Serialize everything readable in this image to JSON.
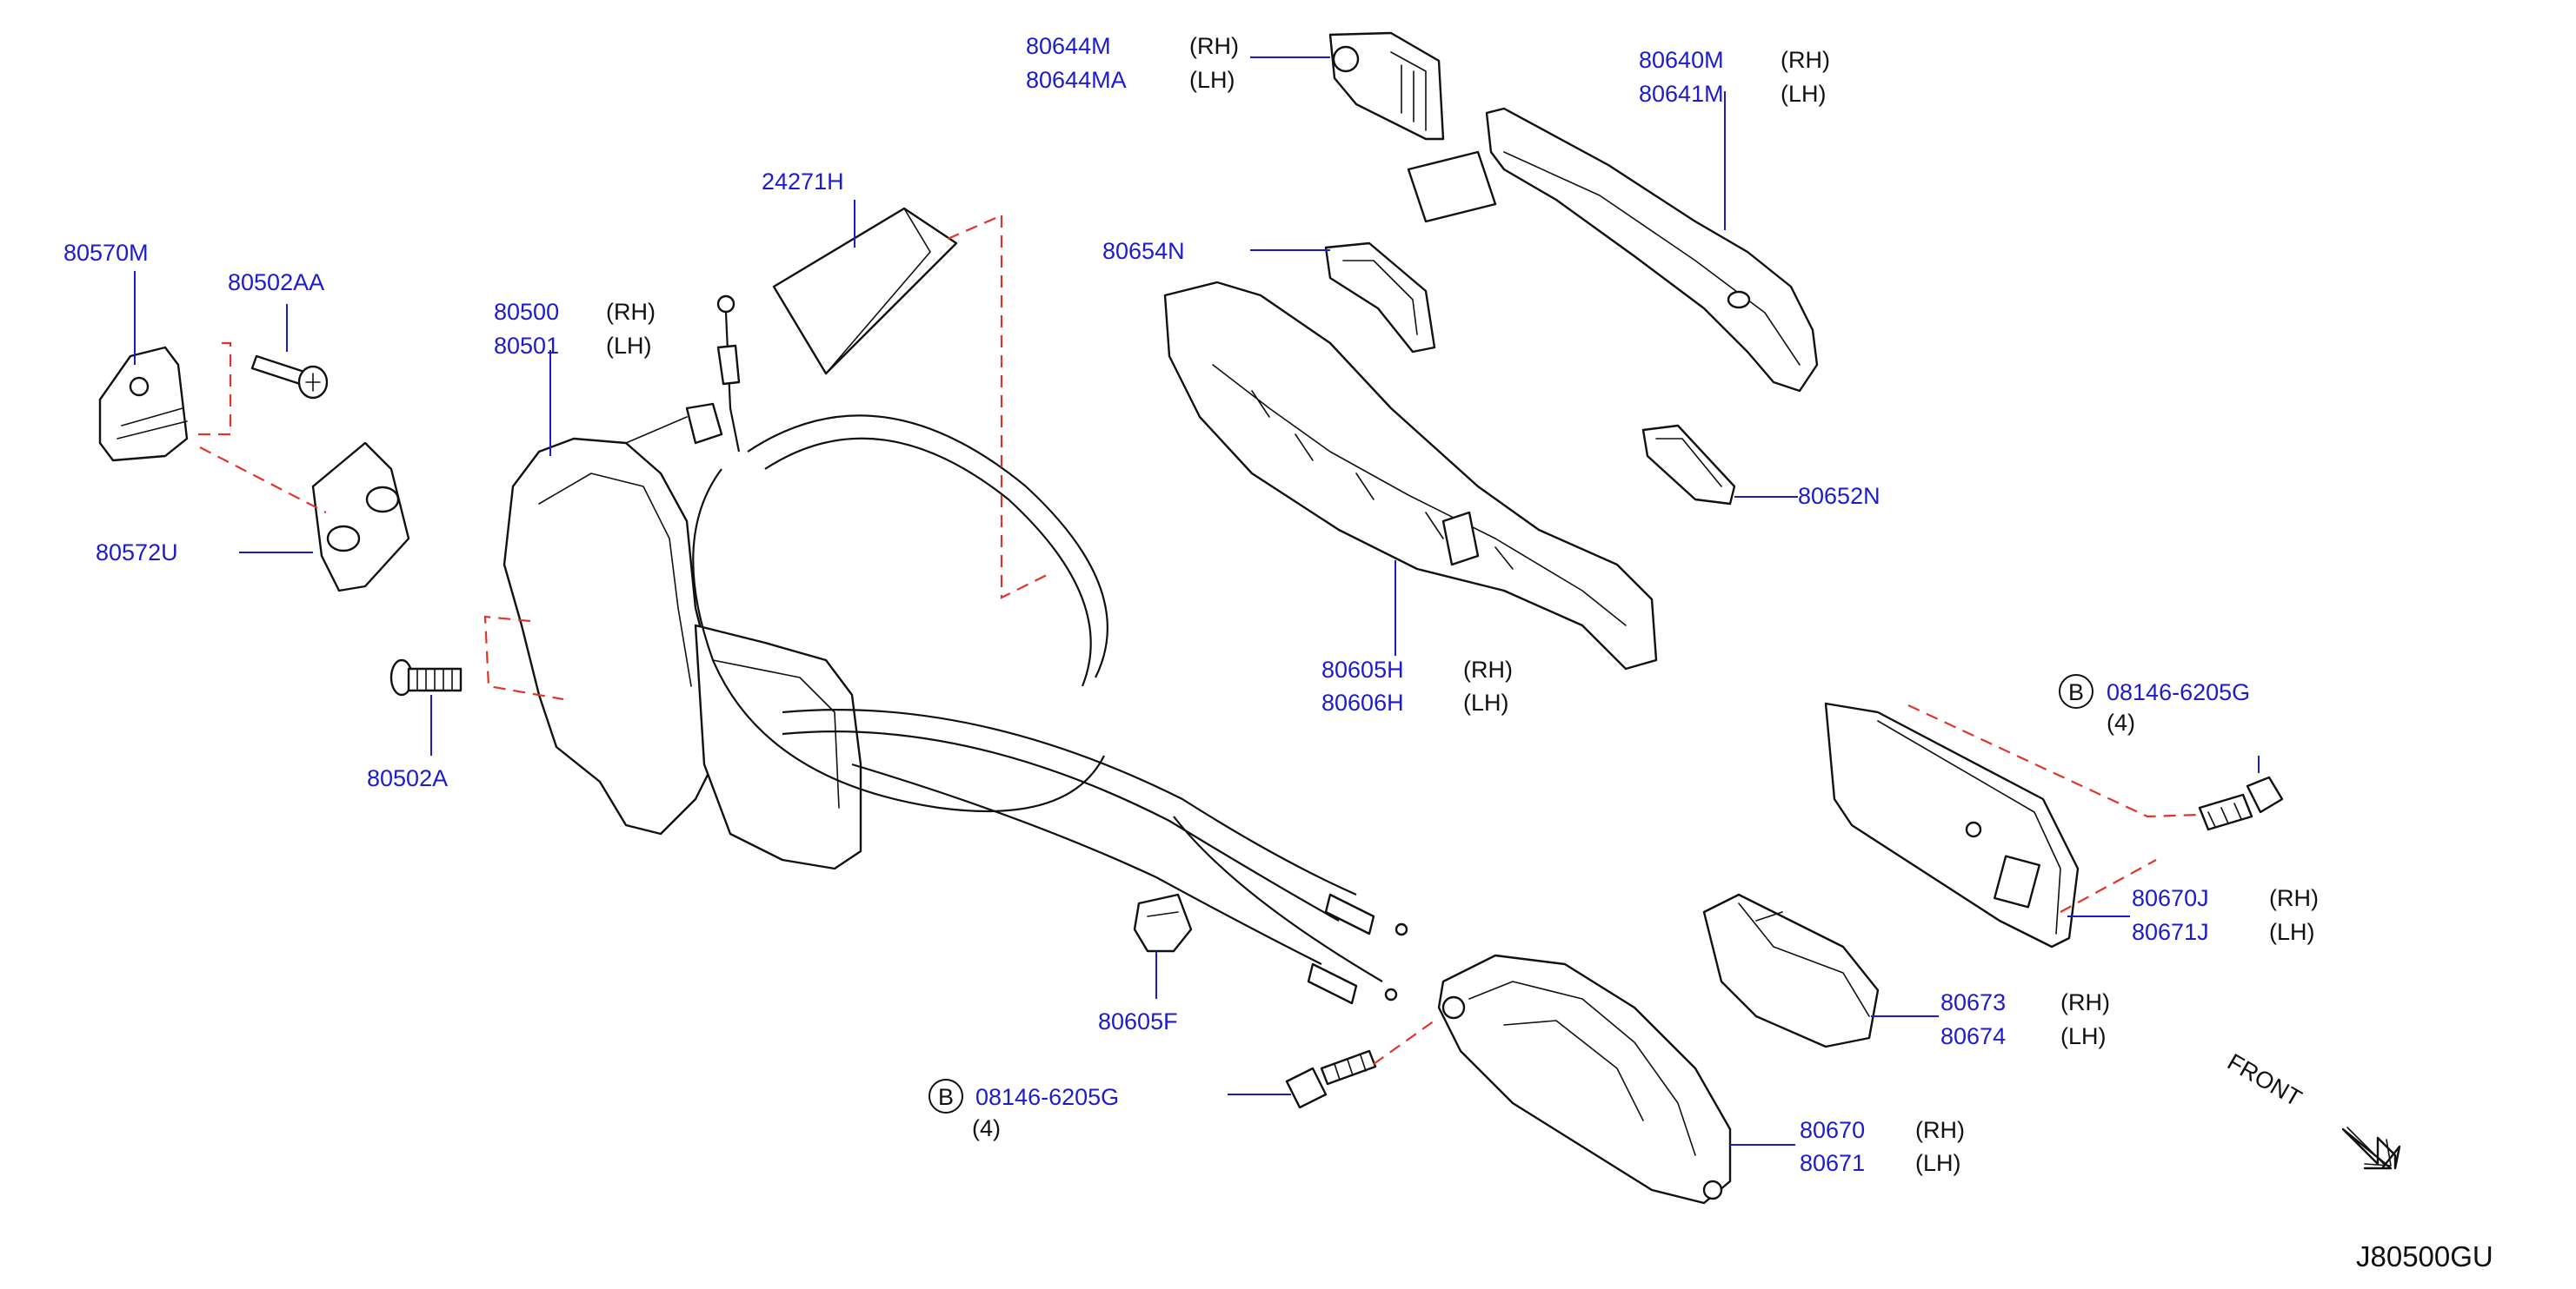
{
  "diagram_code": "J80500GU",
  "front_label": "FRONT",
  "bolt_marker": "B",
  "callouts": [
    {
      "id": "80644m",
      "numbers": [
        "80644M",
        "80644MA"
      ],
      "sides": [
        "(RH)",
        "(LH)"
      ]
    },
    {
      "id": "80640m",
      "numbers": [
        "80640M",
        "80641M"
      ],
      "sides": [
        "(RH)",
        "(LH)"
      ]
    },
    {
      "id": "24271h",
      "numbers": [
        "24271H"
      ],
      "sides": []
    },
    {
      "id": "80654n",
      "numbers": [
        "80654N"
      ],
      "sides": []
    },
    {
      "id": "80570m",
      "numbers": [
        "80570M"
      ],
      "sides": []
    },
    {
      "id": "80502aa",
      "numbers": [
        "80502AA"
      ],
      "sides": []
    },
    {
      "id": "80500",
      "numbers": [
        "80500",
        "80501"
      ],
      "sides": [
        "(RH)",
        "(LH)"
      ]
    },
    {
      "id": "80572u",
      "numbers": [
        "80572U"
      ],
      "sides": []
    },
    {
      "id": "80652n",
      "numbers": [
        "80652N"
      ],
      "sides": []
    },
    {
      "id": "80605h",
      "numbers": [
        "80605H",
        "80606H"
      ],
      "sides": [
        "(RH)",
        "(LH)"
      ]
    },
    {
      "id": "80502a",
      "numbers": [
        "80502A"
      ],
      "sides": []
    },
    {
      "id": "08146-right",
      "numbers": [
        "08146-6205G"
      ],
      "sides": [],
      "qty": "(4)"
    },
    {
      "id": "80670j",
      "numbers": [
        "80670J",
        "80671J"
      ],
      "sides": [
        "(RH)",
        "(LH)"
      ]
    },
    {
      "id": "80605f",
      "numbers": [
        "80605F"
      ],
      "sides": []
    },
    {
      "id": "80673",
      "numbers": [
        "80673",
        "80674"
      ],
      "sides": [
        "(RH)",
        "(LH)"
      ]
    },
    {
      "id": "08146-left",
      "numbers": [
        "08146-6205G"
      ],
      "sides": [],
      "qty": "(4)"
    },
    {
      "id": "80670",
      "numbers": [
        "80670",
        "80671"
      ],
      "sides": [
        "(RH)",
        "(LH)"
      ]
    }
  ],
  "colors": {
    "part_number": "#1c1ccc",
    "dashed_reference": "#e0342a",
    "outline": "#111111"
  }
}
